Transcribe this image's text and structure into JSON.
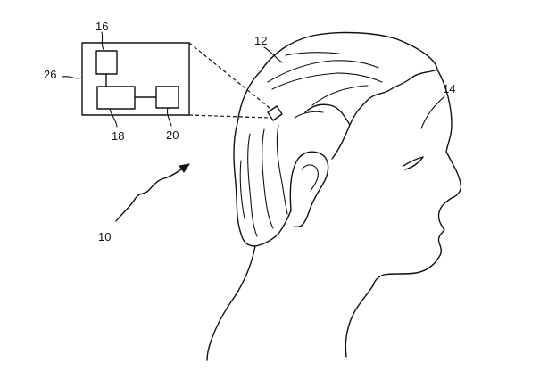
{
  "figure": {
    "labels": {
      "system": "10",
      "implant": "12",
      "person": "14",
      "block_top": "16",
      "block_center": "18",
      "block_right": "20",
      "enclosure": "26"
    },
    "line_color": "#111111",
    "background": "#ffffff"
  }
}
